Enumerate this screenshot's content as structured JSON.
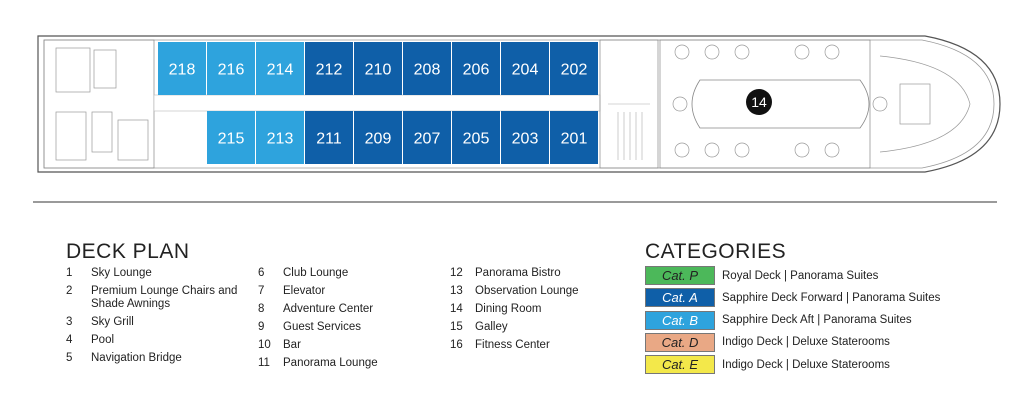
{
  "cabins_top": [
    "218",
    "216",
    "214",
    "212",
    "210",
    "208",
    "206",
    "204",
    "202"
  ],
  "cabins_bottom": [
    "215",
    "213",
    "211",
    "209",
    "207",
    "205",
    "203",
    "201"
  ],
  "cabin_colors": {
    "cat_a": "#0f5fa8",
    "cat_b": "#2ea3dd"
  },
  "marker": "14",
  "deck_plan": {
    "title": "DECK PLAN",
    "columns": [
      [
        {
          "num": "1",
          "label": "Sky Lounge"
        },
        {
          "num": "2",
          "label": "Premium Lounge Chairs and Shade Awnings"
        },
        {
          "num": "3",
          "label": "Sky Grill"
        },
        {
          "num": "4",
          "label": "Pool"
        },
        {
          "num": "5",
          "label": "Navigation Bridge"
        }
      ],
      [
        {
          "num": "6",
          "label": "Club Lounge"
        },
        {
          "num": "7",
          "label": "Elevator"
        },
        {
          "num": "8",
          "label": "Adventure Center"
        },
        {
          "num": "9",
          "label": "Guest Services"
        },
        {
          "num": "10",
          "label": "Bar"
        },
        {
          "num": "11",
          "label": "Panorama Lounge"
        }
      ],
      [
        {
          "num": "12",
          "label": "Panorama Bistro"
        },
        {
          "num": "13",
          "label": "Observation Lounge"
        },
        {
          "num": "14",
          "label": "Dining Room"
        },
        {
          "num": "15",
          "label": "Galley"
        },
        {
          "num": "16",
          "label": "Fitness Center"
        }
      ]
    ]
  },
  "categories": {
    "title": "CATEGORIES",
    "items": [
      {
        "badge": "Cat. P",
        "label": "Royal Deck | Panorama Suites",
        "color": "#4cb85a",
        "light": false
      },
      {
        "badge": "Cat. A",
        "label": "Sapphire Deck Forward | Panorama Suites",
        "color": "#0f5fa8",
        "light": true
      },
      {
        "badge": "Cat. B",
        "label": "Sapphire Deck Aft | Panorama Suites",
        "color": "#2ea3dd",
        "light": true
      },
      {
        "badge": "Cat. D",
        "label": "Indigo Deck | Deluxe Staterooms",
        "color": "#e9a885",
        "light": false
      },
      {
        "badge": "Cat. E",
        "label": "Indigo Deck | Deluxe Staterooms",
        "color": "#f3e84a",
        "light": false
      }
    ]
  }
}
